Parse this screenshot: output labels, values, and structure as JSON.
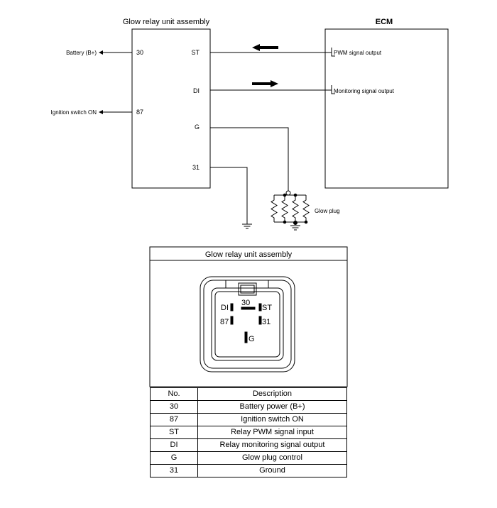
{
  "schematic": {
    "relay_title": "Glow relay unit assembly",
    "ecm_title": "ECM",
    "left_pins": [
      {
        "pin": "30",
        "external": "Battery (B+)"
      },
      {
        "pin": "87",
        "external": "Ignition switch ON"
      }
    ],
    "right_pins": [
      "ST",
      "DI",
      "G",
      "31"
    ],
    "ecm_signals": [
      "PWM signal output",
      "Monitoring signal output"
    ],
    "glow_plug_label": "Glow plug"
  },
  "connector": {
    "title": "Glow relay unit assembly",
    "pin_labels": [
      "30",
      "DI",
      "ST",
      "87",
      "31",
      "G"
    ]
  },
  "pin_table": {
    "headers": [
      "No.",
      "Description"
    ],
    "rows": [
      {
        "no": "30",
        "description": "Battery power (B+)"
      },
      {
        "no": "87",
        "description": "Ignition switch ON"
      },
      {
        "no": "ST",
        "description": "Relay PWM signal input"
      },
      {
        "no": "DI",
        "description": "Relay monitoring signal output"
      },
      {
        "no": "G",
        "description": "Glow plug control"
      },
      {
        "no": "31",
        "description": "Ground"
      }
    ]
  }
}
